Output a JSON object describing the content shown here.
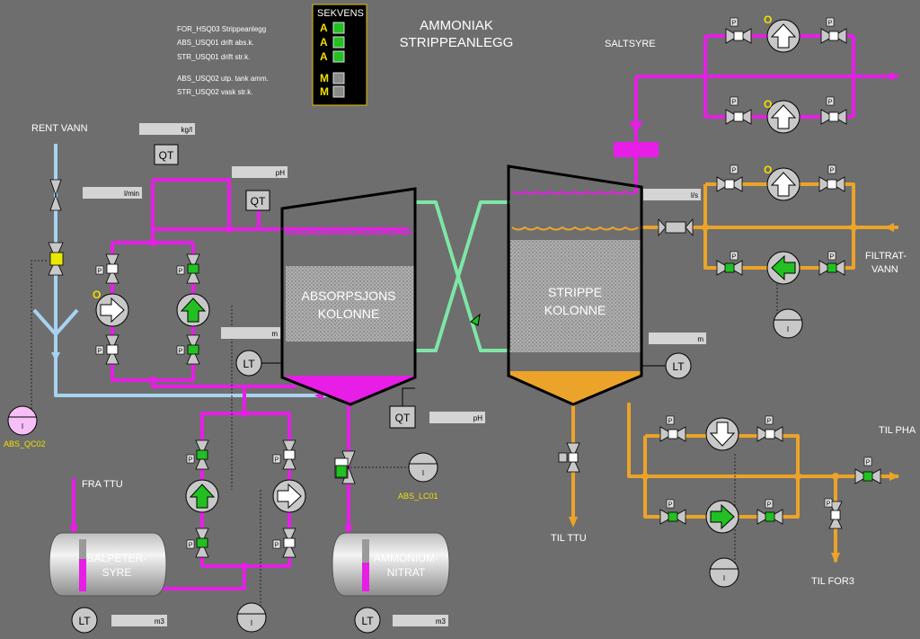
{
  "title": {
    "line1": "AMMONIAK",
    "line2": "STRIPPEANLEGG"
  },
  "status_list": [
    "FOR_HSQ03 Strippeanlegg",
    "ABS_USQ01 drift abs.k.",
    "STR_USQ01 drift str.k.",
    "ABS_USQ02 utp. tank amm.",
    "STR_USQ02 vask str.k."
  ],
  "sequence": {
    "header": "SEKVENS",
    "rows": [
      {
        "mode": "A",
        "state": "on"
      },
      {
        "mode": "A",
        "state": "on"
      },
      {
        "mode": "A",
        "state": "on"
      },
      {
        "mode": "M",
        "state": "off"
      },
      {
        "mode": "M",
        "state": "off"
      }
    ]
  },
  "labels": {
    "rent_vann": "RENT VANN",
    "saltsyre": "SALTSYRE",
    "filtrat_vann": [
      "FILTRAT-",
      "VANN"
    ],
    "til_pha": "TIL PHA",
    "til_ttu": "TIL TTU",
    "til_for3": "TIL FOR3",
    "fra_ttu": "FRA TTU",
    "abs_col": [
      "ABSORPSJONS",
      "KOLONNE"
    ],
    "str_col": [
      "STRIPPE",
      "KOLONNE"
    ],
    "salpeter": [
      "SALPETER-",
      "SYRE"
    ],
    "ammonium": [
      "AMMONIUM-",
      "NITRAT"
    ],
    "abs_qc02": "ABS_QC02",
    "abs_lc01": "ABS_LC01"
  },
  "tags": {
    "qt": "QT",
    "lt": "LT",
    "ctrl": "I",
    "mode_o": "O",
    "mode_p": "P"
  },
  "readouts": {
    "density": {
      "value": "",
      "unit": "kg/l"
    },
    "ph_top": {
      "value": "",
      "unit": "pH"
    },
    "flow_rent": {
      "value": "",
      "unit": "l/min"
    },
    "level_abs": {
      "value": "",
      "unit": "m"
    },
    "ph_bottom": {
      "value": "",
      "unit": "pH"
    },
    "flow_str": {
      "value": "",
      "unit": "l/s"
    },
    "level_str": {
      "value": "",
      "unit": "m"
    },
    "tank_salp": {
      "value": "",
      "unit": "m3"
    },
    "tank_amm": {
      "value": "",
      "unit": "m3"
    }
  },
  "tank_levels": {
    "salpetersyre": 0.62,
    "ammoniumnitrat": 0.55
  },
  "colors": {
    "background": "#6e6e6e",
    "acid_line": "#e61ee6",
    "filtrate_line": "#eba32a",
    "water_line": "#a8d2f0",
    "gas_line": "#7ee6a6",
    "valve_open": "#22c022",
    "ok_indicator": "#22c022"
  }
}
